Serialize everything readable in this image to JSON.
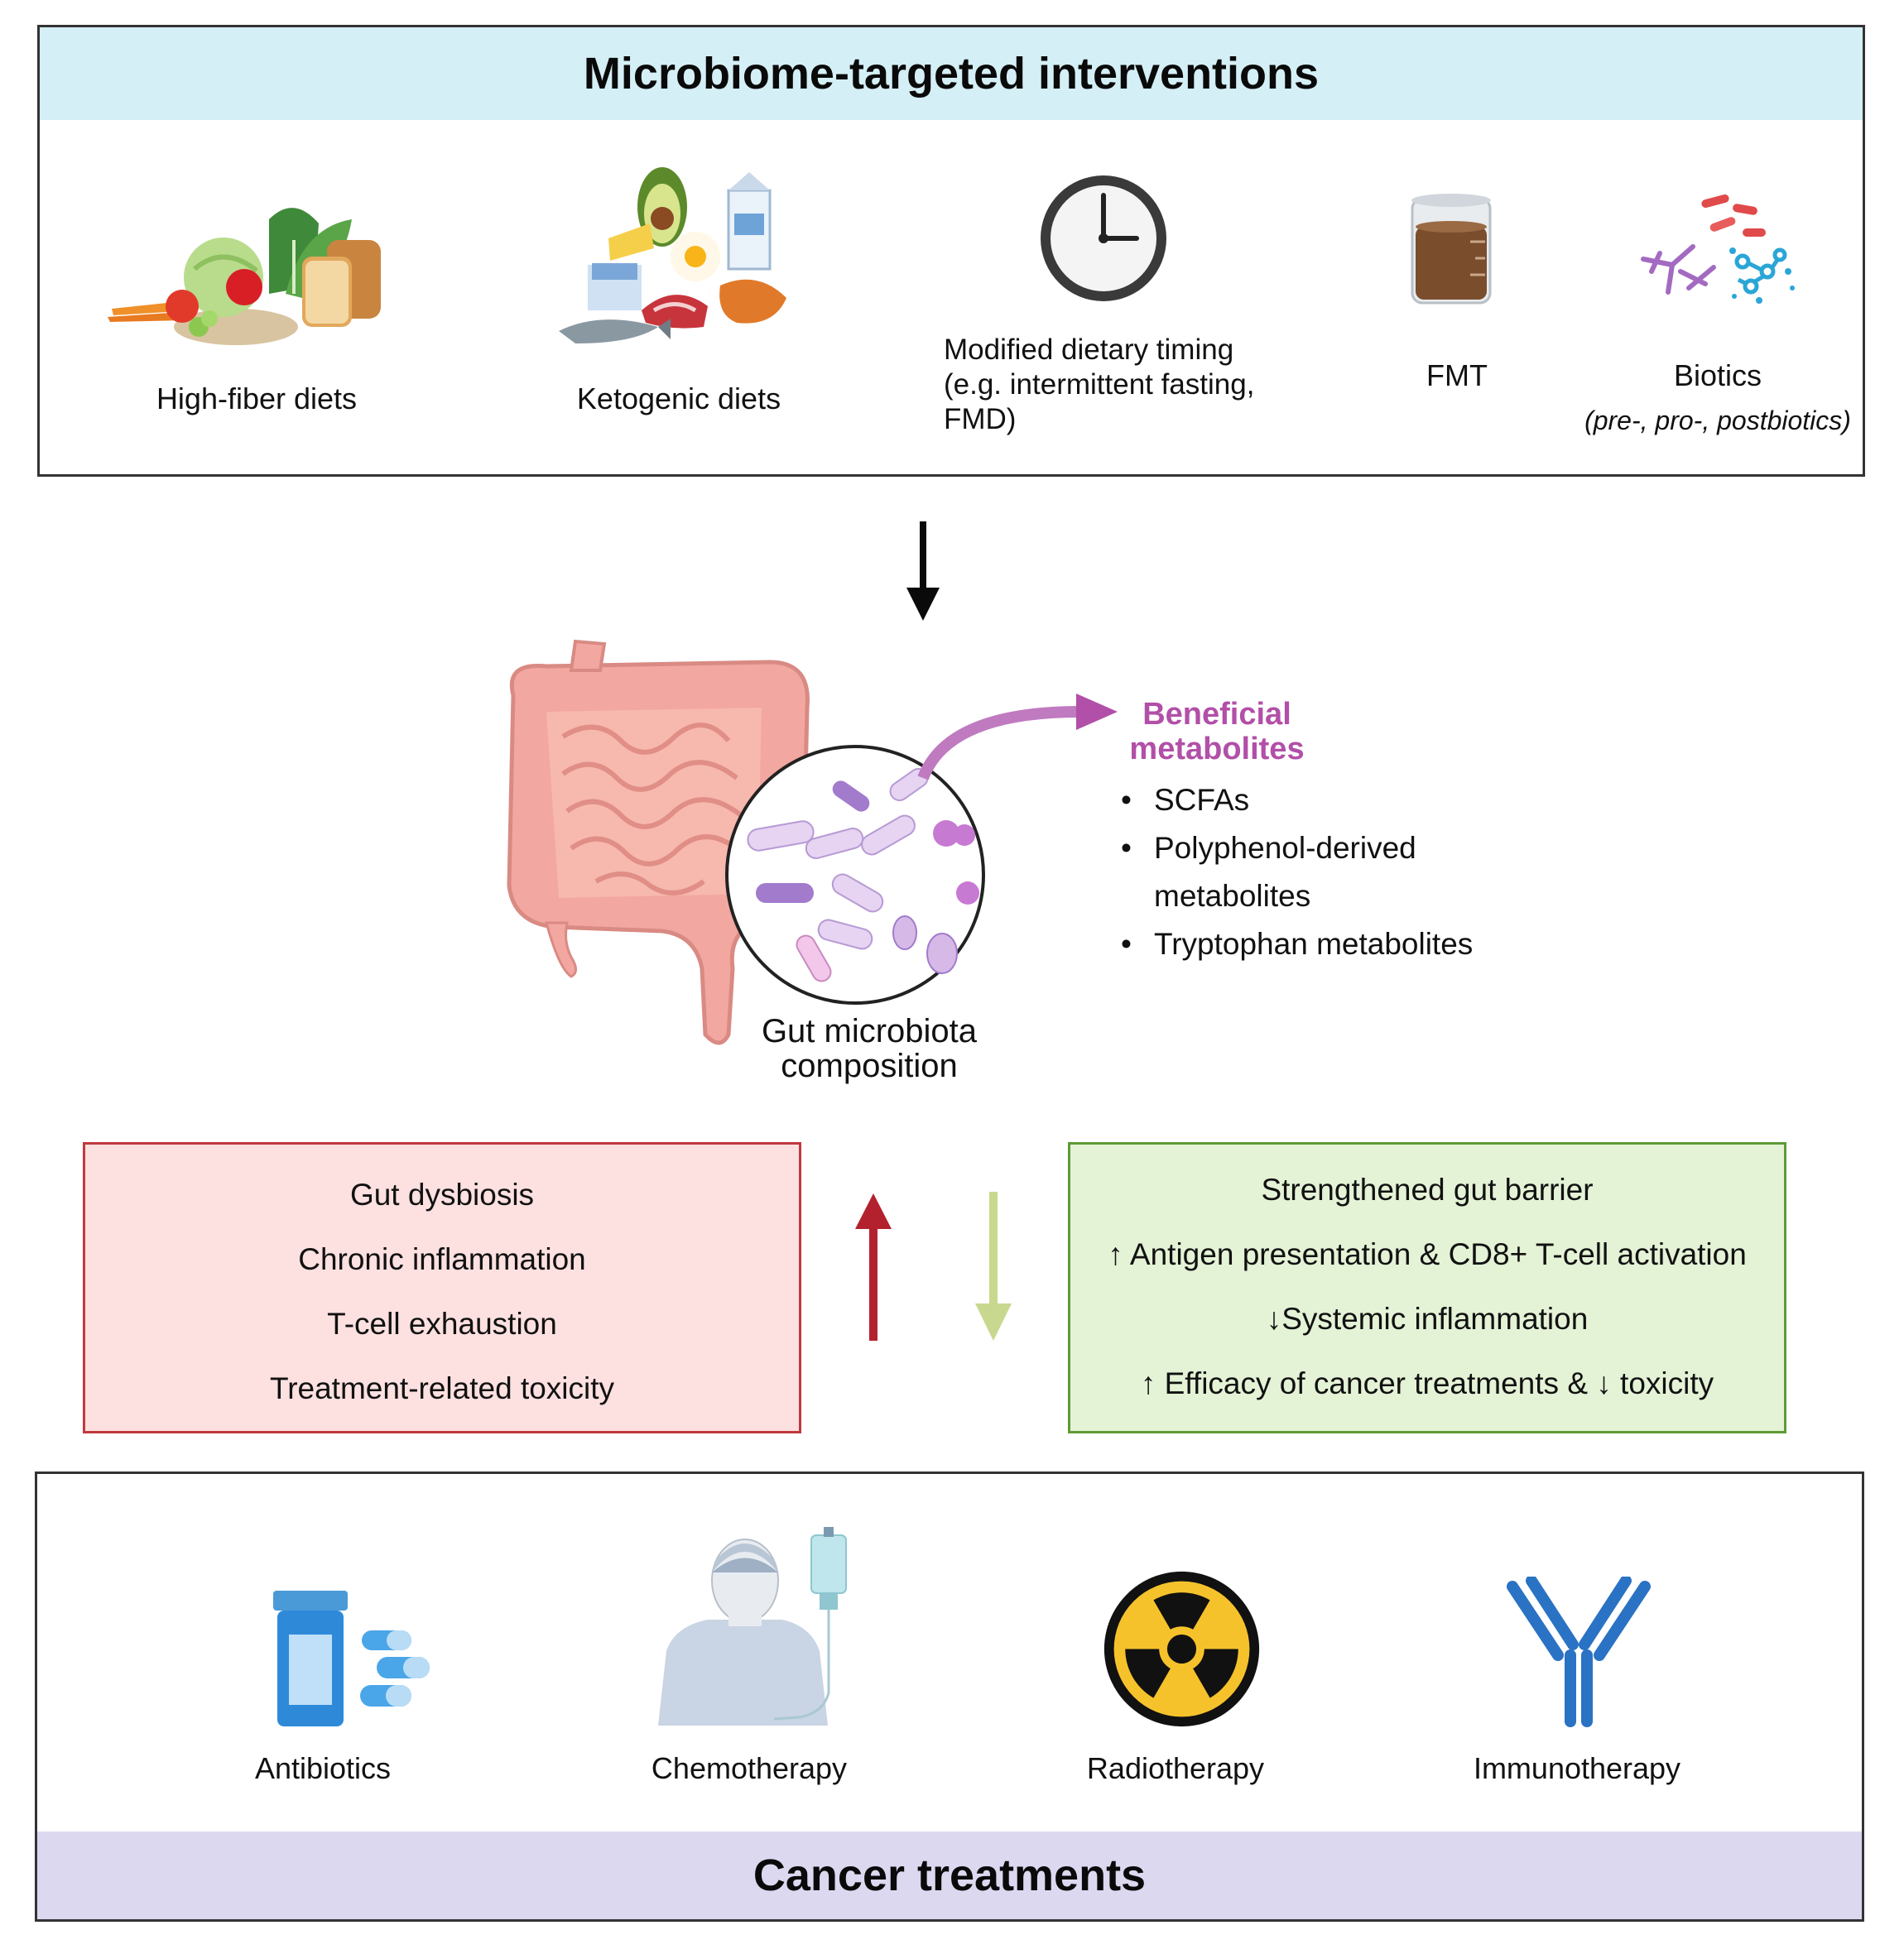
{
  "top": {
    "title": "Microbiome-targeted interventions",
    "items": [
      {
        "label": "High-fiber diets",
        "icon": "vegetables-bread-icon"
      },
      {
        "label": "Ketogenic diets",
        "icon": "keto-foods-icon"
      },
      {
        "label": "Modified dietary timing\n(e.g. intermittent fasting,\nFMD)",
        "icon": "clock-icon"
      },
      {
        "label": "FMT",
        "icon": "beaker-icon"
      },
      {
        "label": "Biotics",
        "sublabel": "(pre-, pro-, postbiotics)",
        "icon": "bacteria-molecules-icon"
      }
    ]
  },
  "middle": {
    "gut_label": "Gut microbiota\ncomposition",
    "metabolites_title": "Beneficial\nmetabolites",
    "metabolites": [
      "SCFAs",
      "Polyphenol-derived\nmetabolites",
      "Tryptophan metabolites"
    ]
  },
  "negative_box": {
    "lines": [
      "Gut dysbiosis",
      "Chronic inflammation",
      "T-cell exhaustion",
      "Treatment-related toxicity"
    ]
  },
  "positive_box": {
    "lines": [
      "Strengthened gut barrier",
      "↑ Antigen presentation & CD8+ T-cell activation",
      "↓Systemic inflammation",
      "↑ Efficacy of cancer treatments & ↓ toxicity"
    ]
  },
  "bottom": {
    "title": "Cancer treatments",
    "items": [
      {
        "label": "Antibiotics",
        "icon": "pill-bottle-icon"
      },
      {
        "label": "Chemotherapy",
        "icon": "patient-iv-drip-icon"
      },
      {
        "label": "Radiotherapy",
        "icon": "radiation-icon"
      },
      {
        "label": "Immunotherapy",
        "icon": "antibody-icon"
      }
    ]
  },
  "colors": {
    "top_banner": "#d4eff5",
    "bottom_banner": "#dcd8f0",
    "negative_fill": "#fde0e0",
    "negative_border": "#c0393f",
    "positive_fill": "#e4f2d6",
    "positive_border": "#5e9a35",
    "metabolite_purple": "#b24fa8",
    "up_arrow": "#b3212e",
    "down_arrow": "#c8d88e"
  }
}
